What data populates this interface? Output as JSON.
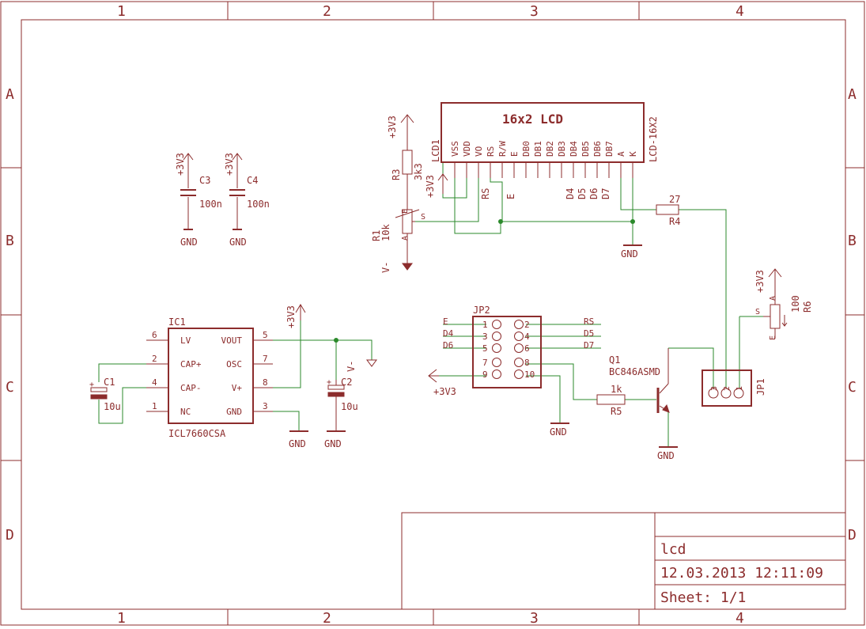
{
  "frame": {
    "columns": [
      "1",
      "2",
      "3",
      "4"
    ],
    "rows": [
      "A",
      "B",
      "C",
      "D"
    ]
  },
  "title_block": {
    "name": "lcd",
    "datetime": "12.03.2013 12:11:09",
    "sheet": "Sheet: 1/1"
  },
  "lcd": {
    "title": "16x2 LCD",
    "ref": "LCD1",
    "package": "LCD-16X2",
    "pins": [
      "VSS",
      "VDD",
      "VO",
      "RS",
      "R/W",
      "E",
      "DB0",
      "DB1",
      "DB2",
      "DB3",
      "DB4",
      "DB5",
      "DB6",
      "DB7",
      "A",
      "K"
    ],
    "net_rs": "RS",
    "net_e": "E",
    "nets_data": [
      "D4",
      "D5",
      "D6",
      "D7"
    ],
    "supply": "+3V3"
  },
  "capacitors": {
    "c3_ref": "C3",
    "c3_value": "100n",
    "c4_ref": "C4",
    "c4_value": "100n",
    "c1_ref": "C1",
    "c1_value": "10u",
    "c2_ref": "C2",
    "c2_value": "10u"
  },
  "resistors": {
    "r3_ref": "R3",
    "r3_value": "3k3",
    "r4_ref": "R4",
    "r4_value": "27",
    "r5_ref": "R5",
    "r5_value": "1k",
    "r1_ref": "R1",
    "r1_value": "10k",
    "r6_ref": "R6",
    "r6_value": "100"
  },
  "pot_pins": {
    "a": "A",
    "e": "E",
    "s": "S"
  },
  "ic1": {
    "ref": "IC1",
    "name": "ICL7660CSA",
    "left_pins": [
      {
        "num": "6",
        "name": "LV"
      },
      {
        "num": "2",
        "name": "CAP+"
      },
      {
        "num": "4",
        "name": "CAP-"
      },
      {
        "num": "1",
        "name": "NC"
      }
    ],
    "right_pins": [
      {
        "num": "5",
        "name": "VOUT"
      },
      {
        "num": "7",
        "name": "OSC"
      },
      {
        "num": "8",
        "name": "V+"
      },
      {
        "num": "3",
        "name": "GND"
      }
    ]
  },
  "jp2": {
    "ref": "JP2",
    "left_nums": [
      "1",
      "3",
      "5",
      "7",
      "9"
    ],
    "right_nums": [
      "2",
      "4",
      "6",
      "8",
      "10"
    ],
    "left_nets": [
      "E",
      "D4",
      "D6",
      "",
      ""
    ],
    "right_nets": [
      "RS",
      "D5",
      "D7",
      "",
      ""
    ]
  },
  "q1": {
    "ref": "Q1",
    "part": "BC846ASMD"
  },
  "jp1": {
    "ref": "JP1",
    "pins": [
      "3",
      "2",
      "1"
    ]
  },
  "supplies": {
    "vcc": "+3V3",
    "gnd": "GND",
    "vneg": "V-"
  },
  "colors": {
    "sheet": "#8c2c2c",
    "wire": "#2b8a2b",
    "junction": "#2b8a2b"
  }
}
